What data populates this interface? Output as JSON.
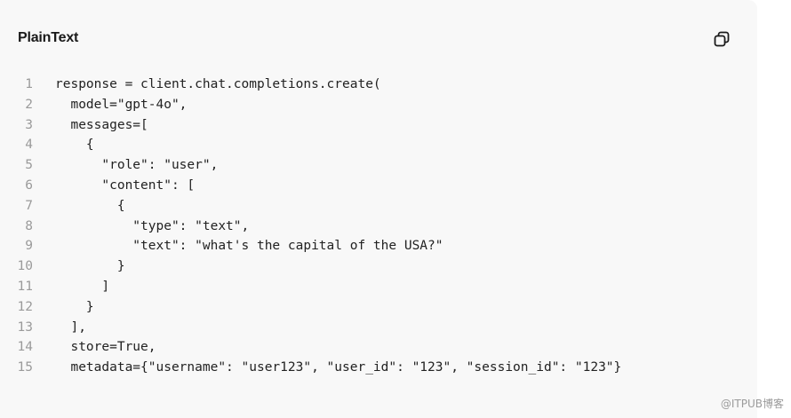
{
  "header": {
    "language_label": "PlainText"
  },
  "copy_button": {
    "icon": "copy-icon"
  },
  "code": {
    "lines": [
      {
        "number": "1",
        "text": "response = client.chat.completions.create("
      },
      {
        "number": "2",
        "text": "  model=\"gpt-4o\","
      },
      {
        "number": "3",
        "text": "  messages=["
      },
      {
        "number": "4",
        "text": "    {"
      },
      {
        "number": "5",
        "text": "      \"role\": \"user\","
      },
      {
        "number": "6",
        "text": "      \"content\": ["
      },
      {
        "number": "7",
        "text": "        {"
      },
      {
        "number": "8",
        "text": "          \"type\": \"text\","
      },
      {
        "number": "9",
        "text": "          \"text\": \"what's the capital of the USA?\""
      },
      {
        "number": "10",
        "text": "        }"
      },
      {
        "number": "11",
        "text": "      ]"
      },
      {
        "number": "12",
        "text": "    }"
      },
      {
        "number": "13",
        "text": "  ],"
      },
      {
        "number": "14",
        "text": "  store=True,"
      },
      {
        "number": "15",
        "text": "  metadata={\"username\": \"user123\", \"user_id\": \"123\", \"session_id\": \"123\"}"
      }
    ]
  },
  "watermark": {
    "text": "@ITPUB博客"
  },
  "colors": {
    "card_background": "#f8f8f8",
    "code_text": "#222222",
    "line_number": "#9a9a9a"
  }
}
